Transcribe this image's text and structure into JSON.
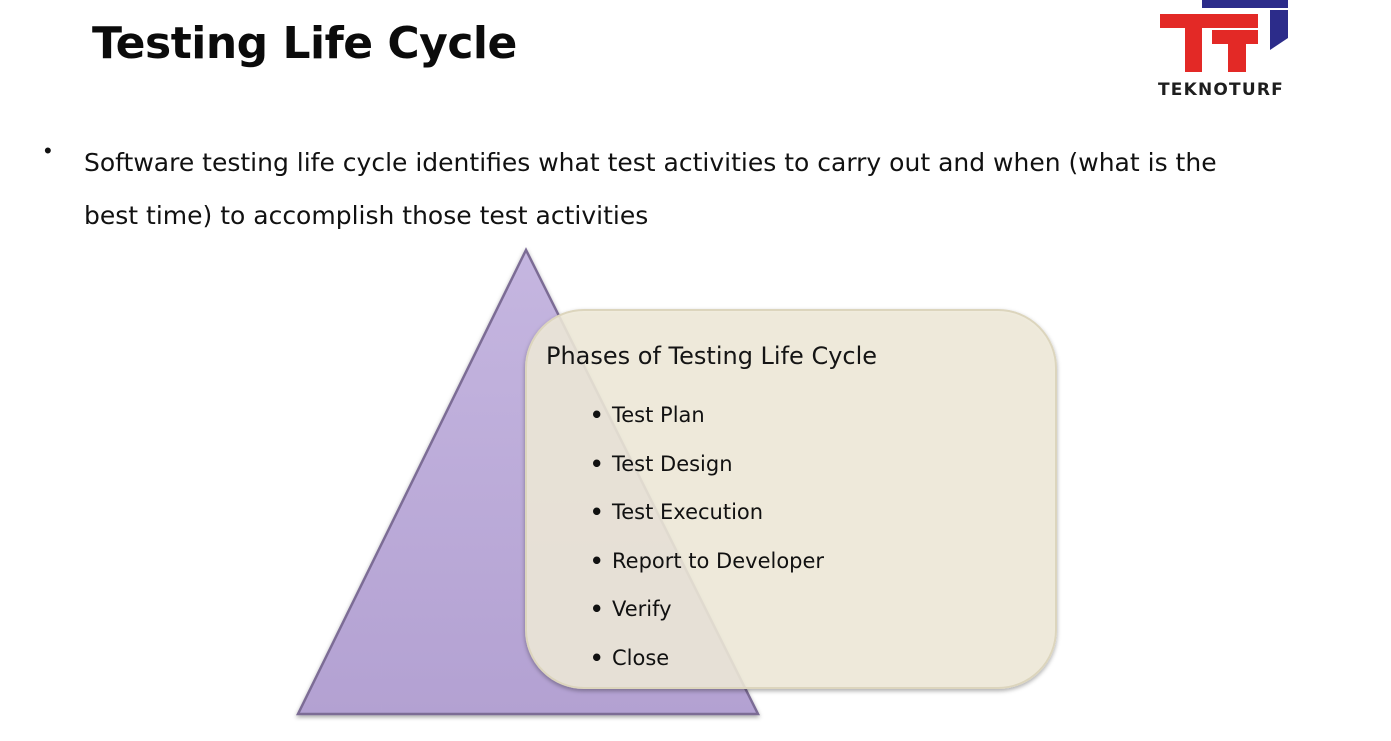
{
  "slide": {
    "title": "Testing Life Cycle",
    "bullet": "Software testing life cycle identifies what test activities to carry out and when (what is the best time) to accomplish those test activities"
  },
  "logo": {
    "name": "TEKNOTURF",
    "colors": {
      "red": "#e32926",
      "navy": "#2c2c8a"
    }
  },
  "diagram": {
    "triangle_color": "#b8a7d6",
    "box_color": "#f0ebd9",
    "box_title": "Phases of Testing Life Cycle",
    "phases": [
      "Test Plan",
      "Test Design",
      "Test Execution",
      "Report to Developer",
      "Verify",
      "Close"
    ]
  }
}
